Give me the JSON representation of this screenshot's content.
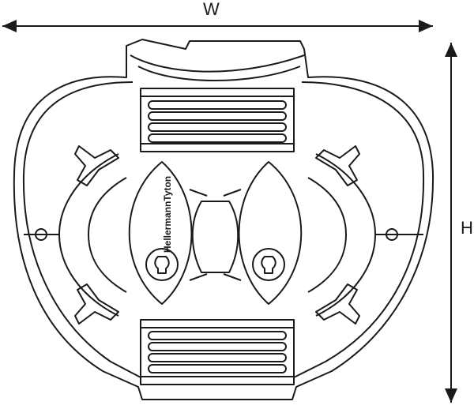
{
  "dimensions": {
    "width_label": "W",
    "height_label": "H"
  },
  "brand_text": "HellermannTyton",
  "colors": {
    "line": "#1a1a1a",
    "background": "#ffffff"
  }
}
